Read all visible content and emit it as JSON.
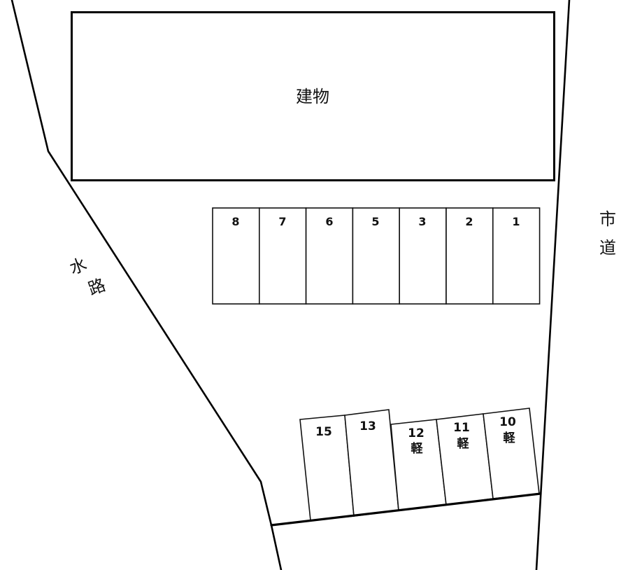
{
  "labels": {
    "building": "建物",
    "waterway": [
      "水",
      "路"
    ],
    "city_road": [
      "市",
      "道"
    ]
  },
  "colors": {
    "line": "#000000",
    "background": "#ffffff"
  },
  "parking_top_row": [
    {
      "number": "8"
    },
    {
      "number": "7"
    },
    {
      "number": "6"
    },
    {
      "number": "5"
    },
    {
      "number": "3"
    },
    {
      "number": "2"
    },
    {
      "number": "1"
    }
  ],
  "parking_bottom_row": [
    {
      "number": "15",
      "type": ""
    },
    {
      "number": "13",
      "type": ""
    },
    {
      "number": "12",
      "type": "軽"
    },
    {
      "number": "11",
      "type": "軽"
    },
    {
      "number": "10",
      "type": "軽"
    }
  ]
}
